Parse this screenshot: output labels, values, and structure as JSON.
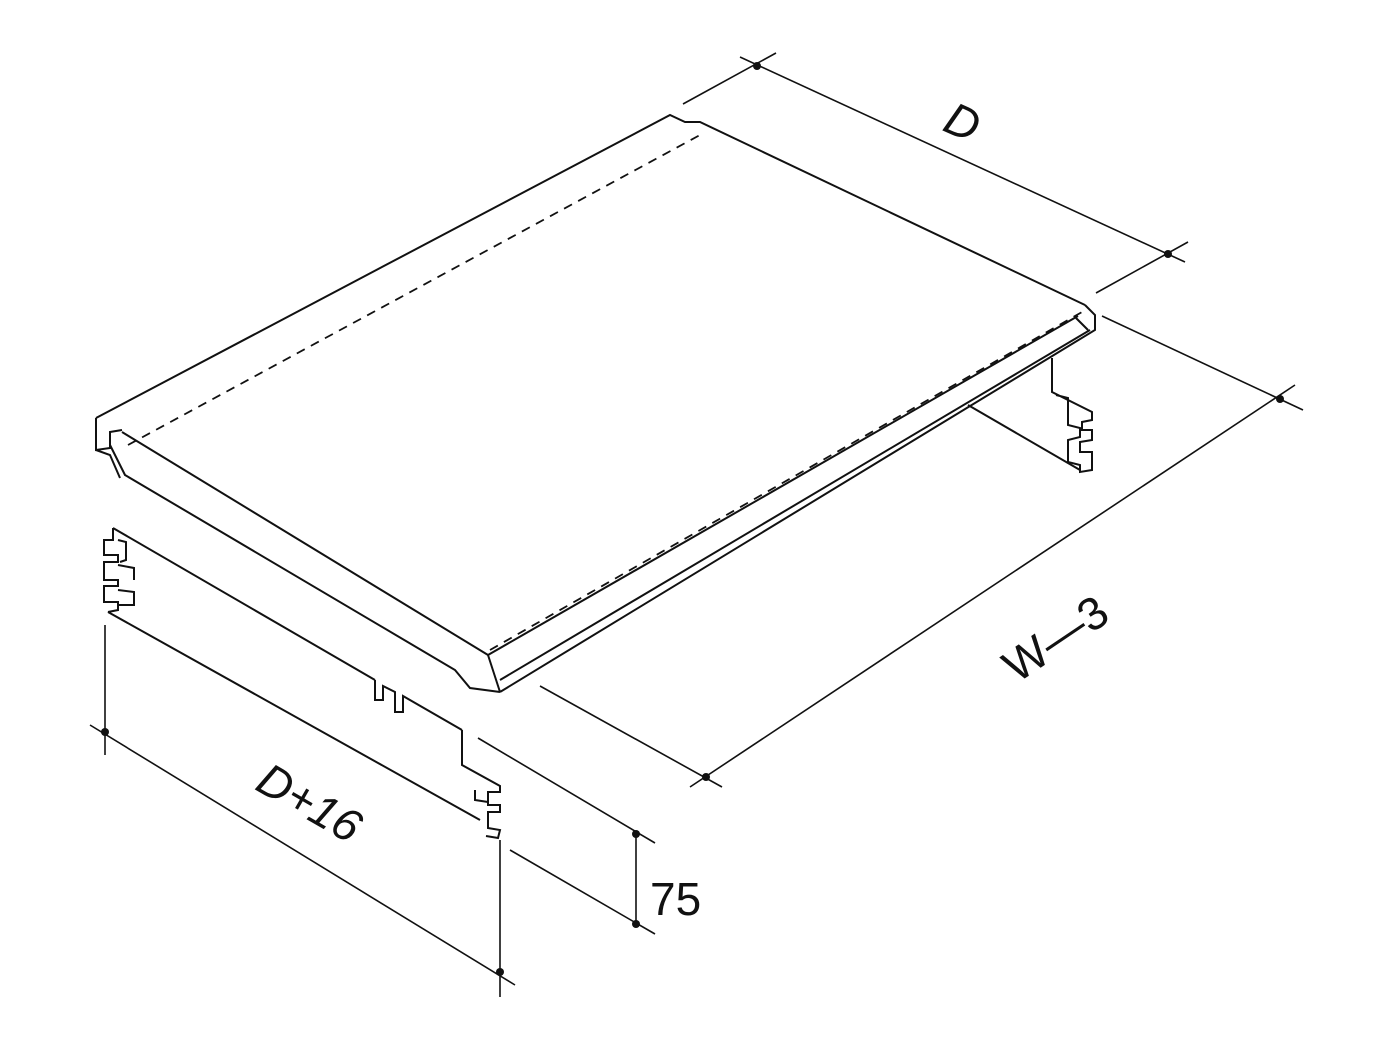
{
  "dimensions": {
    "depth": "D",
    "width": "W—3",
    "bracket_depth": "D+16",
    "height": "75"
  },
  "colors": {
    "line": "#111111",
    "background": "#ffffff"
  }
}
